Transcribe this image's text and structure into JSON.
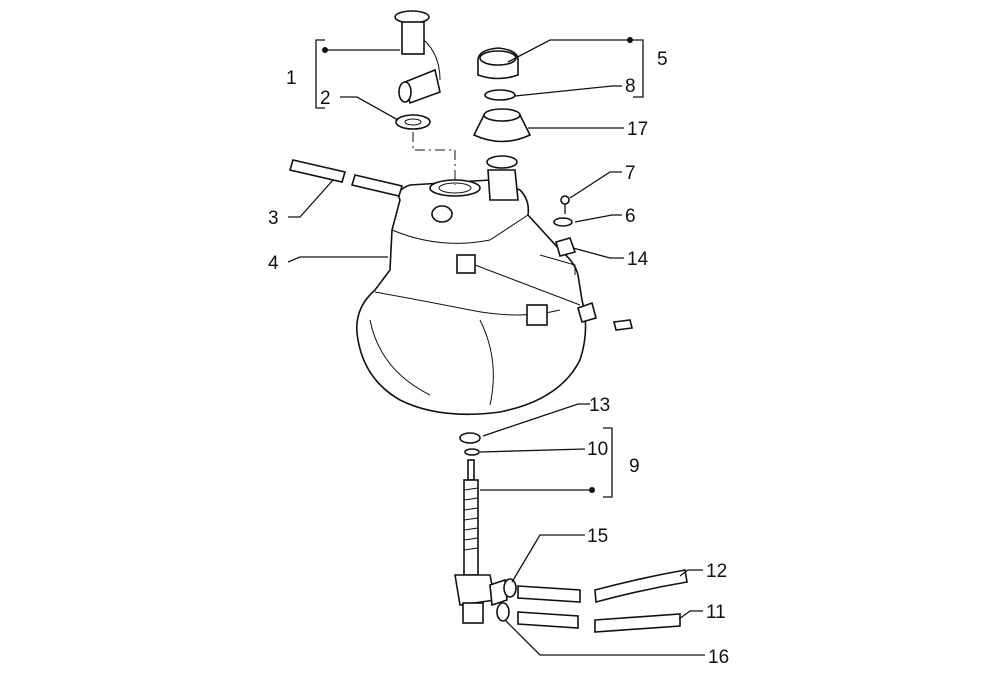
{
  "diagram": {
    "title": "Fuel tank exploded view",
    "callouts": {
      "c1": "1",
      "c2": "2",
      "c3": "3",
      "c4": "4",
      "c5": "5",
      "c6": "6",
      "c7": "7",
      "c8": "8",
      "c9": "9",
      "c10": "10",
      "c11": "11",
      "c12": "12",
      "c13": "13",
      "c14": "14",
      "c15": "15",
      "c16": "16",
      "c17": "17"
    }
  }
}
